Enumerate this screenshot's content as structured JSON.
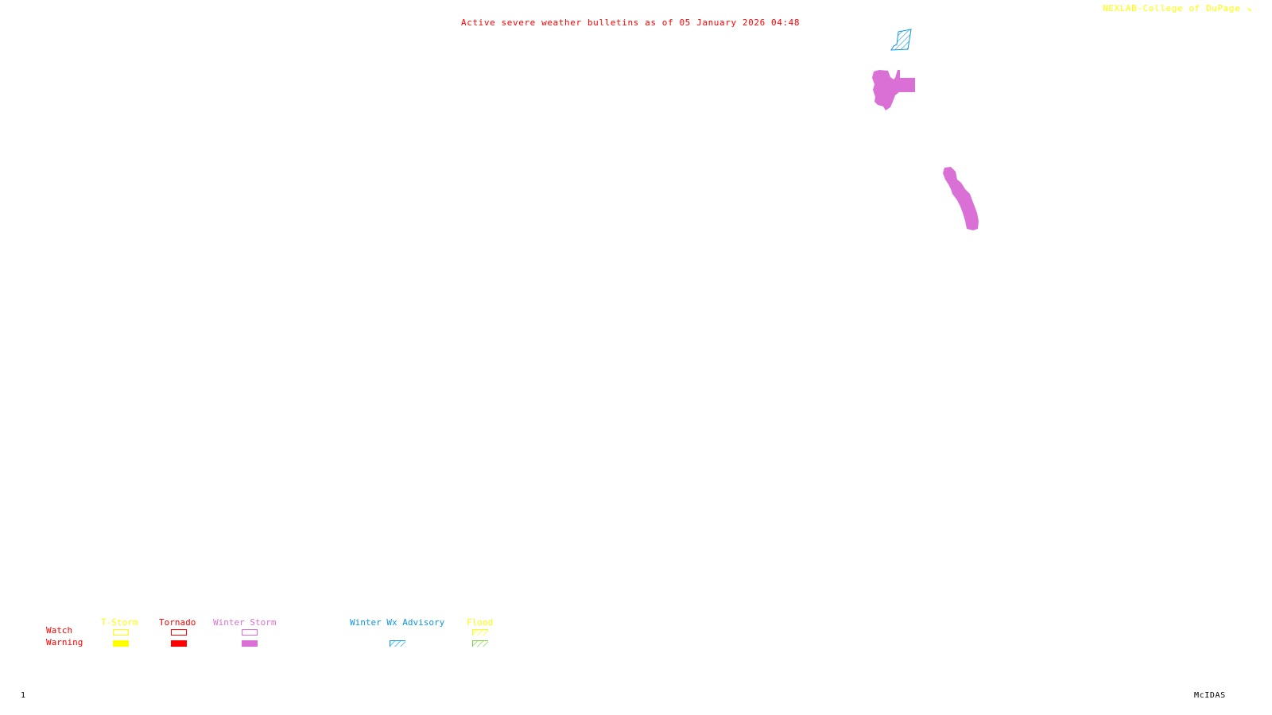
{
  "header": {
    "title": "Active severe weather bulletins as of 05 January 2026 04:48",
    "credit": "NEXLAB-College of DuPage",
    "credit_icon": "nexlab-logo-icon"
  },
  "footer": {
    "frame_number": "1",
    "software": "McIDAS"
  },
  "colors": {
    "title": "#ff0000",
    "credit": "#ffff00",
    "tstorm": "#ffff00",
    "tornado": "#ff0000",
    "winter_storm": "#da70d6",
    "winter_wx_advisory": "#0a96e6",
    "flood_watch": "#ffff00",
    "flood_warning": "#7ccd3c"
  },
  "map": {
    "areas": [
      {
        "type": "Winter Wx Advisory",
        "region": "northeast-small-parallelogram"
      },
      {
        "type": "Winter Storm Warning",
        "region": "northeast-block"
      },
      {
        "type": "Winter Storm Warning",
        "region": "eastern-elongated-strip"
      }
    ]
  },
  "legend": {
    "rows": {
      "watch": "Watch",
      "warning": "Warning"
    },
    "categories": [
      {
        "name": "T-Storm",
        "watch_style": "outline",
        "warning_style": "filled"
      },
      {
        "name": "Tornado",
        "watch_style": "outline",
        "warning_style": "filled"
      },
      {
        "name": "Winter Storm",
        "watch_style": "outline",
        "warning_style": "filled"
      },
      {
        "name": "Winter Wx Advisory",
        "watch_style": "none",
        "warning_style": "hatched"
      },
      {
        "name": "Flood",
        "watch_style": "hatched",
        "warning_style": "hatched"
      }
    ]
  }
}
